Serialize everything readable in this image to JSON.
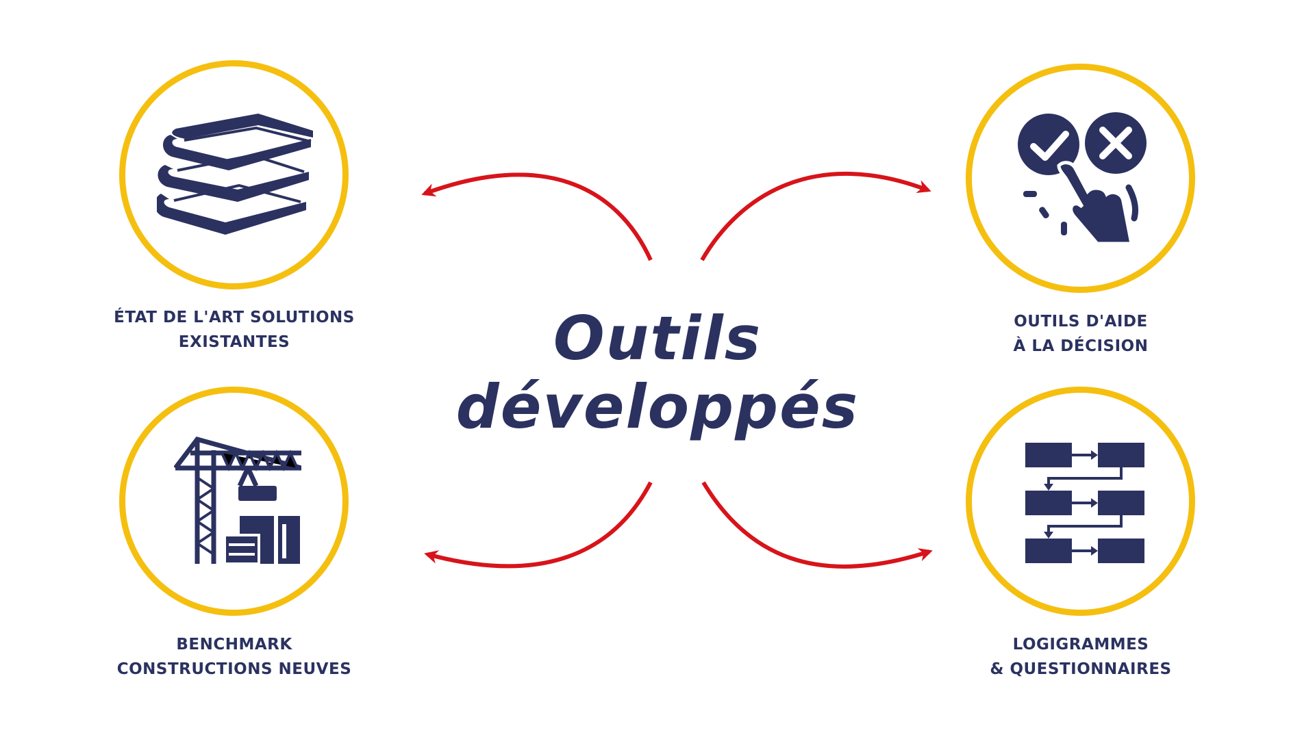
{
  "center": {
    "line1": "Outils",
    "line2": "développés"
  },
  "nodes": [
    {
      "id": "etat-de-l-art",
      "icon": "books-icon",
      "line1": "ÉTAT DE L'ART SOLUTIONS",
      "line2": "EXISTANTES"
    },
    {
      "id": "aide-decision",
      "icon": "decision-touch-icon",
      "line1": "OUTILS D'AIDE",
      "line2": "À LA DÉCISION"
    },
    {
      "id": "benchmark",
      "icon": "crane-construction-icon",
      "line1": "BENCHMARK",
      "line2": "CONSTRUCTIONS NEUVES"
    },
    {
      "id": "logigrammes",
      "icon": "flowchart-icon",
      "line1": "LOGIGRAMMES",
      "line2": "& QUESTIONNAIRES"
    }
  ],
  "colors": {
    "navy": "#2b3260",
    "gold": "#f5bf0f",
    "arrow_red": "#d7141a",
    "background": "#ffffff"
  }
}
